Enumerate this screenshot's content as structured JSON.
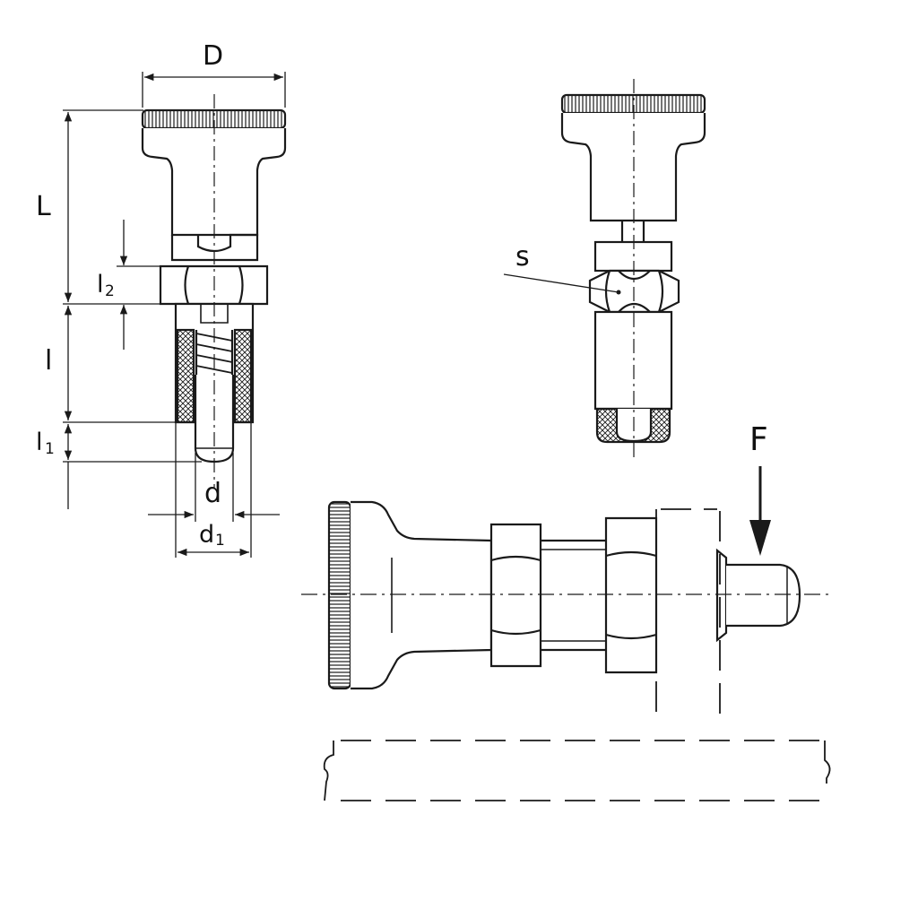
{
  "labels": {
    "D": "D",
    "L": "L",
    "l2": "l",
    "l2_sub": "2",
    "l": "l",
    "l1": "l",
    "l1_sub": "1",
    "d": "d",
    "d1": "d",
    "d1_sub": "1",
    "s": "s",
    "F": "F"
  },
  "colors": {
    "line": "#1a1a1a",
    "background": "#ffffff"
  }
}
